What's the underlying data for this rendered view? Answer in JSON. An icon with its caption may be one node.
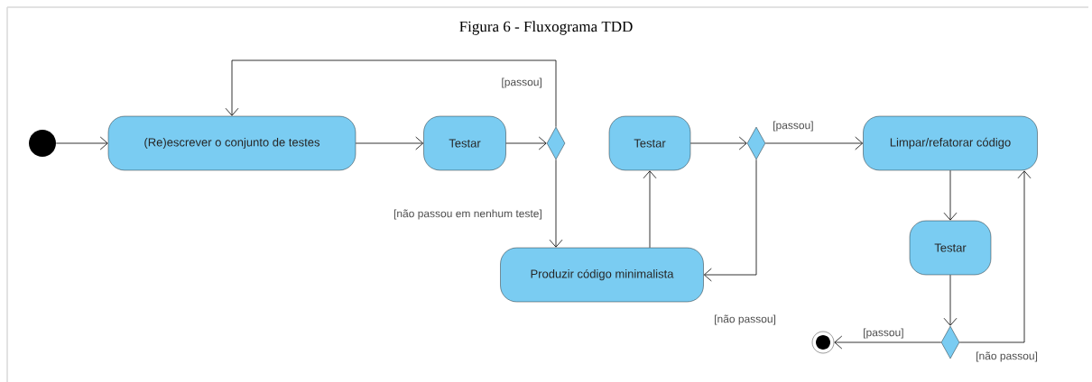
{
  "diagram": {
    "title": "Figura 6 - Fluxograma TDD",
    "nodes": [
      {
        "text": [],
        "shape": "circle"
      },
      {
        "text": [
          "(Re)escrever o conjunto de testes"
        ]
      },
      {
        "text": [
          "Testar"
        ]
      },
      {
        "text": [],
        "shape": "diamond"
      },
      {
        "text": [
          "Produzir código minimalista"
        ]
      },
      {
        "text": [
          "Testar"
        ]
      },
      {
        "text": [],
        "shape": "diamond"
      },
      {
        "text": [
          "Limpar/refatorar código"
        ]
      },
      {
        "text": [
          "Testar"
        ]
      },
      {
        "text": [],
        "shape": "diamond"
      },
      {
        "text": [],
        "shape": "circle"
      }
    ],
    "edges": [
      {
        "from": 0,
        "to": 1,
        "arrow": "to"
      },
      {
        "from": 1,
        "to": 2,
        "arrow": "to"
      },
      {
        "from": 2,
        "to": 3,
        "arrow": "to"
      },
      {
        "from": 3,
        "to": 1,
        "arrow": "to",
        "label": "[passou]"
      },
      {
        "from": 3,
        "to": 4,
        "arrow": "to",
        "label": "[não passou em nenhum teste]"
      },
      {
        "from": 4,
        "to": 5,
        "arrow": "to"
      },
      {
        "from": 5,
        "to": 6,
        "arrow": "to"
      },
      {
        "from": 6,
        "to": 7,
        "arrow": "to",
        "label": "[passou]"
      },
      {
        "from": 6,
        "to": 4,
        "arrow": "to",
        "label": "[não passou]"
      },
      {
        "from": 7,
        "to": 8,
        "arrow": "to"
      },
      {
        "from": 8,
        "to": 9,
        "arrow": "to"
      },
      {
        "from": 9,
        "to": 10,
        "arrow": "to",
        "label": "[passou]"
      },
      {
        "from": 9,
        "to": 7,
        "arrow": "to",
        "label": "[não passou]"
      }
    ]
  }
}
